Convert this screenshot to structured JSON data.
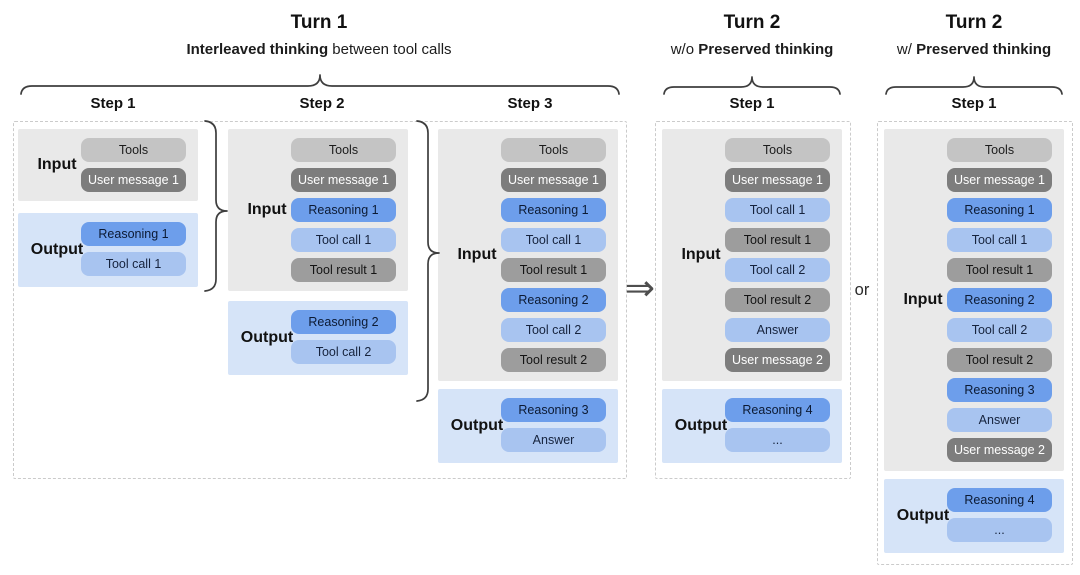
{
  "global": {
    "input_label": "Input",
    "output_label": "Output",
    "or_text": "or",
    "arrow_glyph": "⇒"
  },
  "colors": {
    "tools": "#c4c4c4",
    "user": "#7d7d7d",
    "result": "#9d9d9d",
    "reasoning": "#6d9eeb",
    "toolcall": "#a8c4f0",
    "inputbg": "#e9e9e9",
    "outputbg": "#d6e4f8"
  },
  "headers": [
    {
      "title": "Turn 1",
      "subtitle_pre": "",
      "subtitle_bold": "Interleaved thinking",
      "subtitle_post": " between tool calls"
    },
    {
      "title": "Turn 2",
      "subtitle_pre": "w/o ",
      "subtitle_bold": "Preserved thinking",
      "subtitle_post": ""
    },
    {
      "title": "Turn 2",
      "subtitle_pre": "w/ ",
      "subtitle_bold": "Preserved thinking",
      "subtitle_post": ""
    }
  ],
  "columns": [
    {
      "step": "Step 1",
      "input": [
        {
          "label": "Tools",
          "style": "tools"
        },
        {
          "label": "User message 1",
          "style": "user"
        }
      ],
      "output": [
        {
          "label": "Reasoning 1",
          "style": "reasoning"
        },
        {
          "label": "Tool call 1",
          "style": "toolcall"
        }
      ]
    },
    {
      "step": "Step 2",
      "input": [
        {
          "label": "Tools",
          "style": "tools"
        },
        {
          "label": "User message 1",
          "style": "user"
        },
        {
          "label": "Reasoning 1",
          "style": "reasoning"
        },
        {
          "label": "Tool call 1",
          "style": "toolcall"
        },
        {
          "label": "Tool result 1",
          "style": "result"
        }
      ],
      "output": [
        {
          "label": "Reasoning 2",
          "style": "reasoning"
        },
        {
          "label": "Tool call 2",
          "style": "toolcall"
        }
      ]
    },
    {
      "step": "Step 3",
      "input": [
        {
          "label": "Tools",
          "style": "tools"
        },
        {
          "label": "User message 1",
          "style": "user"
        },
        {
          "label": "Reasoning 1",
          "style": "reasoning"
        },
        {
          "label": "Tool call 1",
          "style": "toolcall"
        },
        {
          "label": "Tool result 1",
          "style": "result"
        },
        {
          "label": "Reasoning 2",
          "style": "reasoning"
        },
        {
          "label": "Tool call 2",
          "style": "toolcall"
        },
        {
          "label": "Tool result 2",
          "style": "result"
        }
      ],
      "output": [
        {
          "label": "Reasoning 3",
          "style": "reasoning"
        },
        {
          "label": "Answer",
          "style": "toolcall"
        }
      ]
    },
    {
      "step": "Step 1",
      "input": [
        {
          "label": "Tools",
          "style": "tools"
        },
        {
          "label": "User message 1",
          "style": "user"
        },
        {
          "label": "Tool call 1",
          "style": "toolcall"
        },
        {
          "label": "Tool result 1",
          "style": "result"
        },
        {
          "label": "Tool call 2",
          "style": "toolcall"
        },
        {
          "label": "Tool result 2",
          "style": "result"
        },
        {
          "label": "Answer",
          "style": "toolcall"
        },
        {
          "label": "User message 2",
          "style": "user"
        }
      ],
      "output": [
        {
          "label": "Reasoning 4",
          "style": "reasoning"
        },
        {
          "label": "...",
          "style": "toolcall"
        }
      ]
    },
    {
      "step": "Step 1",
      "input": [
        {
          "label": "Tools",
          "style": "tools"
        },
        {
          "label": "User message 1",
          "style": "user"
        },
        {
          "label": "Reasoning 1",
          "style": "reasoning"
        },
        {
          "label": "Tool call 1",
          "style": "toolcall"
        },
        {
          "label": "Tool result 1",
          "style": "result"
        },
        {
          "label": "Reasoning 2",
          "style": "reasoning"
        },
        {
          "label": "Tool call 2",
          "style": "toolcall"
        },
        {
          "label": "Tool result 2",
          "style": "result"
        },
        {
          "label": "Reasoning 3",
          "style": "reasoning"
        },
        {
          "label": "Answer",
          "style": "toolcall"
        },
        {
          "label": "User message 2",
          "style": "user"
        }
      ],
      "output": [
        {
          "label": "Reasoning 4",
          "style": "reasoning"
        },
        {
          "label": "...",
          "style": "toolcall"
        }
      ]
    }
  ]
}
